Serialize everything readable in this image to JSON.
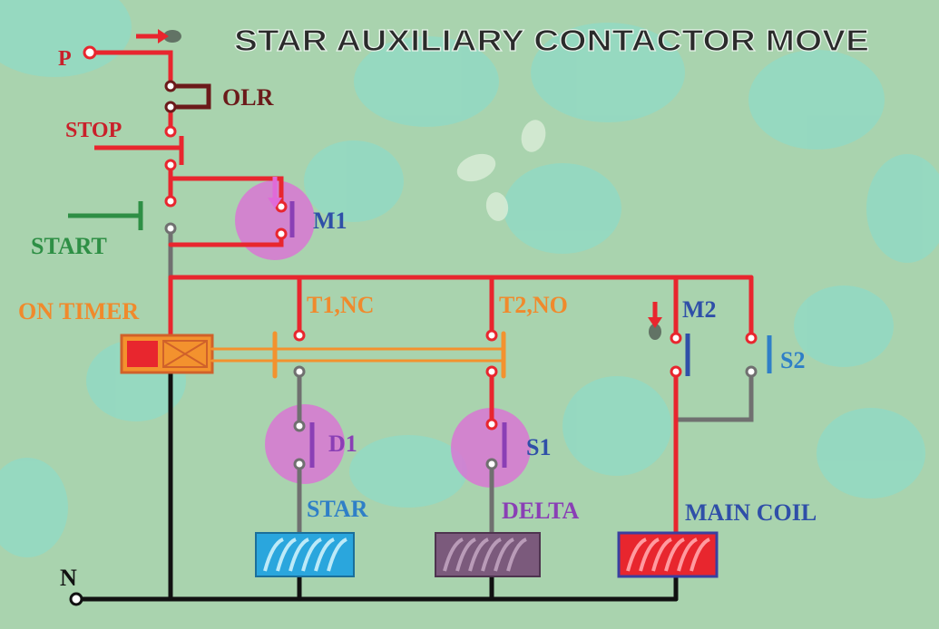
{
  "title": "STAR AUXILIARY CONTACTOR MOVE",
  "labels": {
    "p": "P",
    "olr": "OLR",
    "stop": "STOP",
    "start": "START",
    "m1": "M1",
    "on_timer": "ON TIMER",
    "t1": "T1,NC",
    "t2": "T2,NO",
    "m2": "M2",
    "s2": "S2",
    "d1": "D1",
    "s1": "S1",
    "star": "STAR",
    "delta": "DELTA",
    "main_coil": "MAIN COIL",
    "n": "N"
  },
  "colors": {
    "background": "#a9d3ae",
    "blob": "#7fe0d6",
    "energized_wire": "#e8262e",
    "neutral_wire": "#111111",
    "idle_wire": "#707070",
    "timer_link": "#f3922e",
    "highlight": "#e06ad8",
    "label_red": "#c9202a",
    "label_blue": "#2f4fa8",
    "label_green": "#2e8f45",
    "label_orange": "#f08a2c",
    "label_violet": "#8a3fb5",
    "label_cyan": "#2f7fc7",
    "star_coil": "#2aa6dd",
    "delta_coil": "#7b5a7c",
    "main_coil": "#e8262e"
  }
}
